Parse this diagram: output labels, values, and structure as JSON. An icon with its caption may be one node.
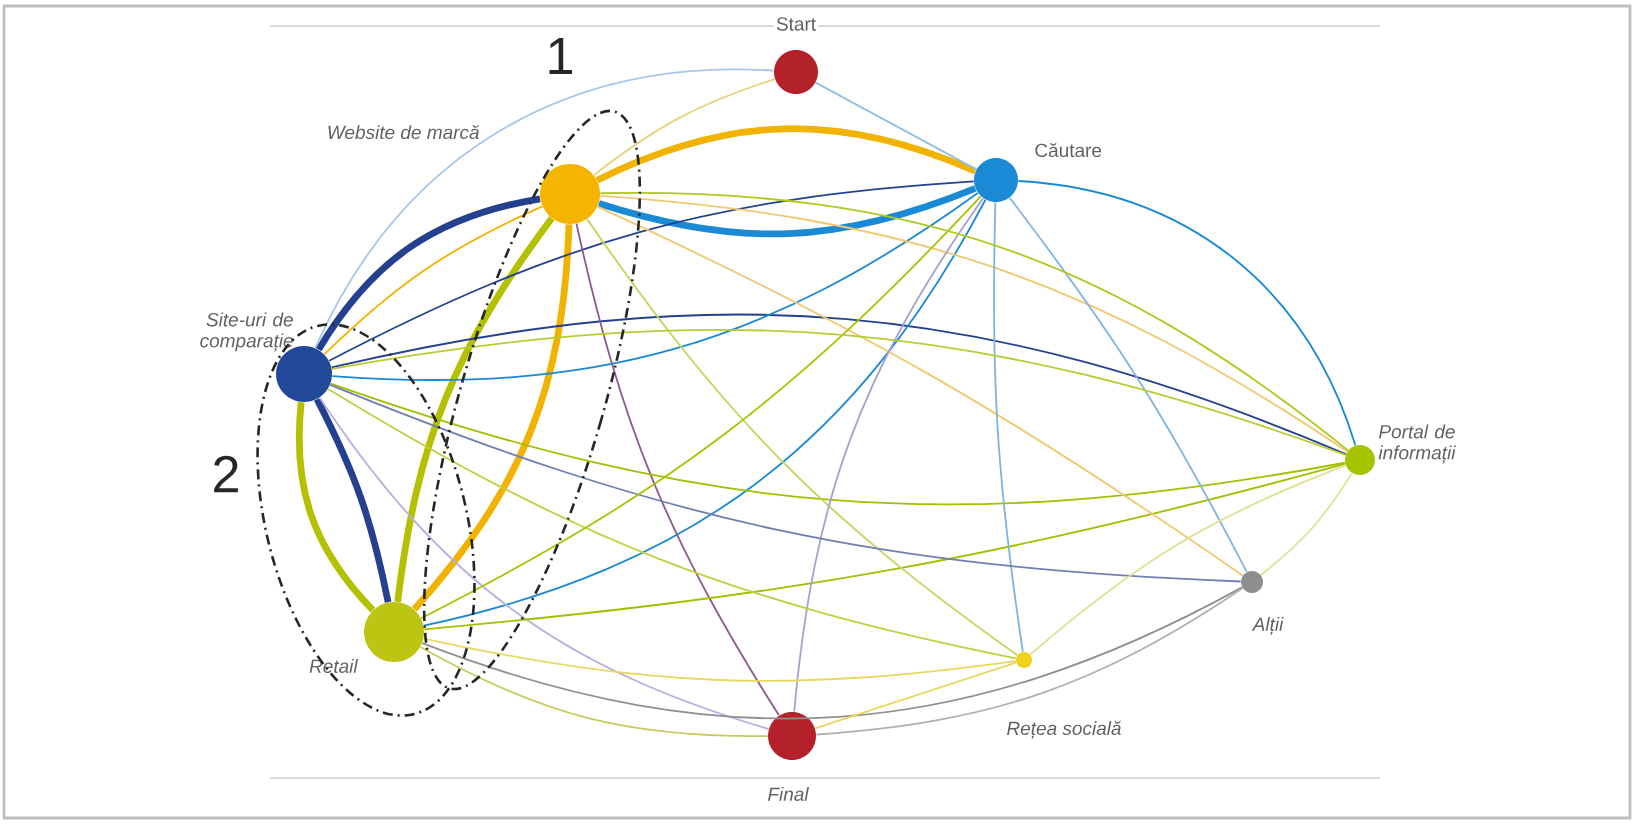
{
  "diagram": {
    "nodes": [
      {
        "text": [
          "Start"
        ]
      },
      {
        "text": [
          "Website de marcă"
        ]
      },
      {
        "text": [
          "Căutare"
        ]
      },
      {
        "text": [
          "Site-uri de comparație"
        ]
      },
      {
        "text": [
          "Portal de informații"
        ]
      },
      {
        "text": [
          "Retail"
        ]
      },
      {
        "text": [
          "Alții"
        ]
      },
      {
        "text": [
          "Rețea socială"
        ]
      },
      {
        "text": [
          "Final"
        ]
      }
    ],
    "edges": [
      {
        "from": 1,
        "to": 2,
        "arrow": "none",
        "style": "thick",
        "color": "#f2b200"
      },
      {
        "from": 2,
        "to": 1,
        "arrow": "none",
        "style": "thick",
        "color": "#1a8ad4"
      },
      {
        "from": 1,
        "to": 5,
        "arrow": "none",
        "style": "thick",
        "color": "#f2b200"
      },
      {
        "from": 5,
        "to": 1,
        "arrow": "none",
        "style": "thick",
        "color": "#b4c000"
      },
      {
        "from": 3,
        "to": 5,
        "arrow": "none",
        "style": "thick",
        "color": "#b4c000"
      },
      {
        "from": 3,
        "to": 5,
        "arrow": "none",
        "style": "thick",
        "color": "#24408e"
      },
      {
        "from": 3,
        "to": 1,
        "arrow": "none",
        "style": "thick",
        "color": "#24408e"
      },
      {
        "from": 3,
        "to": 2,
        "arrow": "none",
        "color": "#24408e"
      },
      {
        "from": 3,
        "to": 4,
        "arrow": "none",
        "color": "#24408e"
      },
      {
        "from": 2,
        "to": 4,
        "arrow": "none",
        "color": "#1a8ad4"
      },
      {
        "from": 2,
        "to": 5,
        "arrow": "none",
        "color": "#1a8ad4"
      },
      {
        "from": 2,
        "to": 3,
        "arrow": "none",
        "color": "#1a8ad4"
      },
      {
        "from": 0,
        "to": 1,
        "arrow": "none",
        "color": "#e6d27a"
      },
      {
        "from": 0,
        "to": 2,
        "arrow": "none",
        "color": "#8fc1e3"
      },
      {
        "from": 0,
        "to": 3,
        "arrow": "none",
        "color": "#a9c6e8"
      },
      {
        "from": 1,
        "to": 8,
        "arrow": "none",
        "color": "#8c5a8c"
      },
      {
        "from": 5,
        "to": 8,
        "arrow": "none",
        "color": "#c8cc60"
      },
      {
        "from": 3,
        "to": 8,
        "arrow": "none",
        "color": "#b9aee0"
      },
      {
        "from": 5,
        "to": 4,
        "arrow": "none",
        "color": "#a2bf00"
      },
      {
        "from": 3,
        "to": 4,
        "arrow": "none",
        "color": "#a2bf00"
      },
      {
        "from": 1,
        "to": 4,
        "arrow": "none",
        "color": "#f0c870"
      },
      {
        "from": 1,
        "to": 6,
        "arrow": "none",
        "color": "#f0c870"
      },
      {
        "from": 1,
        "to": 7,
        "arrow": "none",
        "color": "#c6d45a"
      },
      {
        "from": 2,
        "to": 6,
        "arrow": "none",
        "color": "#7fb4e0"
      },
      {
        "from": 2,
        "to": 7,
        "arrow": "none",
        "color": "#7fb4e0"
      },
      {
        "from": 2,
        "to": 8,
        "arrow": "none",
        "color": "#a8a0d0"
      },
      {
        "from": 5,
        "to": 6,
        "arrow": "none",
        "color": "#909090"
      },
      {
        "from": 3,
        "to": 6,
        "arrow": "none",
        "color": "#6f7fb3"
      },
      {
        "from": 4,
        "to": 6,
        "arrow": "none",
        "color": "#e0e090"
      },
      {
        "from": 4,
        "to": 7,
        "arrow": "none",
        "color": "#e0e090"
      },
      {
        "from": 5,
        "to": 7,
        "arrow": "none",
        "color": "#e8d860"
      },
      {
        "from": 3,
        "to": 7,
        "arrow": "none",
        "color": "#c0d040"
      },
      {
        "from": 6,
        "to": 8,
        "arrow": "none",
        "color": "#b0b0b0"
      },
      {
        "from": 1,
        "to": 3,
        "arrow": "none",
        "color": "#f2b200"
      },
      {
        "from": 5,
        "to": 2,
        "arrow": "none",
        "color": "#a8c400"
      },
      {
        "from": 4,
        "to": 3,
        "arrow": "none",
        "color": "#b8cc30"
      },
      {
        "from": 4,
        "to": 1,
        "arrow": "none",
        "color": "#b0c820"
      },
      {
        "from": 7,
        "to": 8,
        "arrow": "none",
        "color": "#e8d860"
      }
    ],
    "labels": [
      "1",
      "2"
    ]
  }
}
